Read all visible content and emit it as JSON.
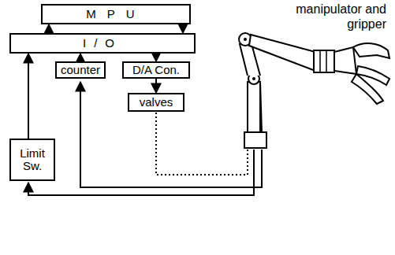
{
  "diagram": {
    "nodes": [
      {
        "text": [
          "MPU"
        ]
      },
      {
        "text": [
          "I/O"
        ]
      },
      {
        "text": [
          "counter"
        ]
      },
      {
        "text": [
          "D/A Con."
        ]
      },
      {
        "text": [
          "valves"
        ]
      },
      {
        "text": [
          "Limit Sw."
        ]
      }
    ],
    "edges": [
      {
        "from": 1,
        "to": 0,
        "arrow": "to"
      },
      {
        "from": 0,
        "to": 1,
        "arrow": "to"
      },
      {
        "from": 2,
        "to": 1,
        "arrow": "to"
      },
      {
        "from": 1,
        "to": 3,
        "arrow": "to"
      },
      {
        "from": 3,
        "to": 4,
        "arrow": "to"
      },
      {
        "from": 5,
        "to": 1,
        "arrow": "to"
      }
    ],
    "labels": [
      "manipulator and gripper"
    ]
  }
}
